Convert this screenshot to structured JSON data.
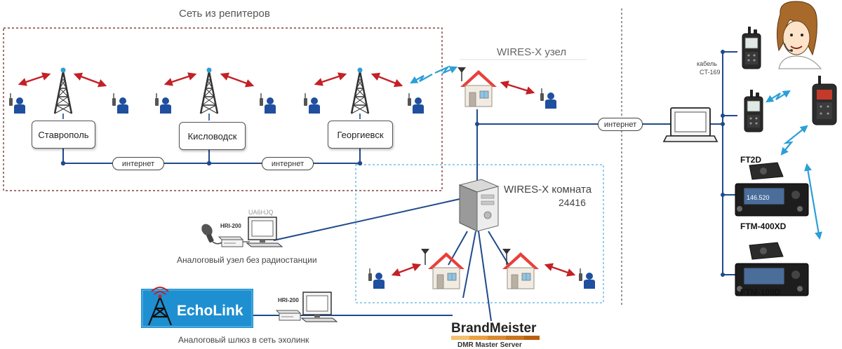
{
  "repeater_network": {
    "title": "Сеть из репитеров",
    "cities": [
      "Ставрополь",
      "Кисловодск",
      "Георгиевск"
    ],
    "internet_links": [
      "интернет",
      "интернет"
    ]
  },
  "wires_x_node": {
    "label": "WIRES-X узел"
  },
  "internet_link": "интернет",
  "cable": {
    "line1": "кабель",
    "line2": "CT-169"
  },
  "wires_x_room": {
    "label": "WIRES-X комната",
    "number": "24416"
  },
  "analog_node": {
    "device": "HRI-200",
    "callsign": "UA6HJQ",
    "caption": "Аналоговый узел без радиостанции"
  },
  "echolink": {
    "logo_text": "EchoLink",
    "device": "HRI-200",
    "caption": "Аналоговый шлюз в сеть эхолинк"
  },
  "brandmeister": {
    "name": "BrandMeister",
    "subtitle": "DMR Master Server"
  },
  "radios": {
    "ft2d": "FT2D",
    "ftm400": "FTM-400XD",
    "ftm100": "FTM-100D",
    "ftm400_screen": "146.520"
  },
  "colors": {
    "network_line": "#1f4a8a",
    "red_arrow": "#c42026",
    "blue_link": "#2a9fd8",
    "roof": "#e8403a",
    "echolink_bg": "#1e8fd0",
    "brandmeister_orange": "#e8a040"
  }
}
